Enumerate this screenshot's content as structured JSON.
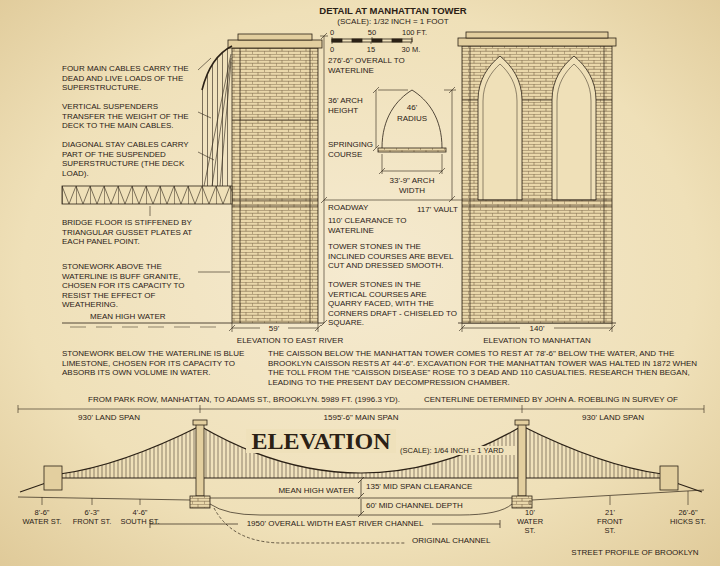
{
  "diagram": {
    "title": "DETAIL AT MANHATTAN TOWER",
    "labels": [
      "(SCALE): 1/32 INCH = 1 FOOT",
      "0",
      "50",
      "100 FT.",
      "0",
      "15",
      "30 M.",
      "FOUR MAIN CABLES CARRY THE DEAD AND LIVE LOADS OF THE SUPERSTRUCTURE.",
      "VERTICAL SUSPENDERS TRANSFER THE WEIGHT OF THE DECK TO THE MAIN CABLES.",
      "DIAGONAL STAY CABLES CARRY PART OF THE SUSPENDED SUPERSTRUCTURE (THE DECK LOAD).",
      "BRIDGE FLOOR IS STIFFENED BY TRIANGULAR GUSSET PLATES AT EACH PANEL POINT.",
      "STONEWORK ABOVE THE WATERLINE IS BUFF GRANITE, CHOSEN FOR ITS CAPACITY TO RESIST THE EFFECT OF WEATHERING.",
      "MEAN HIGH WATER",
      "276'-6\" OVERALL TO WATERLINE",
      "36' ARCH HEIGHT",
      "46'",
      "RADIUS",
      "SPRINGING COURSE",
      "33'-9\" ARCH WIDTH",
      "ROADWAY",
      "117' VAULT",
      "110' CLEARANCE TO WATERLINE",
      "TOWER STONES IN THE INCLINED COURSES ARE BEVEL CUT AND DRESSED SMOOTH.",
      "TOWER STONES IN THE VERTICAL COURSES ARE QUARRY FACED, WITH THE CORNERS DRAFT - CHISELED TO SQUARE.",
      "59'",
      "ELEVATION TO EAST RIVER",
      "140'",
      "ELEVATION TO MANHATTAN",
      "STONEWORK BELOW THE WATERLINE IS BLUE LIMESTONE, CHOSEN FOR ITS CAPACITY TO ABSORB ITS OWN VOLUME IN WATER.",
      "THE CAISSON BELOW THE MANHATTAN TOWER COMES TO REST AT 78'-6\" BELOW THE WATER, AND THE BROOKLYN CAISSON RESTS AT 44'-6\". EXCAVATION FOR THE MANHATTAN TOWER WAS HALTED IN 1872 WHEN THE TOLL FROM THE \"CAISSON DISEASE\" ROSE TO 3 DEAD AND 110 CASUALTIES. RESEARCH THEN BEGAN, LEADING TO THE PRESENT DAY DECOMPRESSION CHAMBER.",
      "FROM PARK ROW, MANHATTAN, TO ADAMS ST., BROOKLYN. 5989 FT. (1996.3 YD).",
      "CENTERLINE DETERMINED BY JOHN A. ROEBLING IN SURVEY OF",
      "930' LAND SPAN",
      "1595'-6\" MAIN SPAN",
      "930' LAND SPAN",
      "ELEVATION",
      "(SCALE): 1/64 INCH = 1 YARD",
      "135' MID SPAN CLEARANCE",
      "MEAN HIGH WATER",
      "60' MID CHANNEL DEPTH",
      "1950' OVERALL WIDTH EAST RIVER CHANNEL",
      "ORIGINAL CHANNEL",
      "8'-6\" WATER ST.",
      "6'-3\" FRONT ST.",
      "4'-6\" SOUTH ST.",
      "10' WATER ST.",
      "21' FRONT ST.",
      "26'-6\" HICKS ST.",
      "STREET PROFILE OF BROOKLYN"
    ]
  }
}
